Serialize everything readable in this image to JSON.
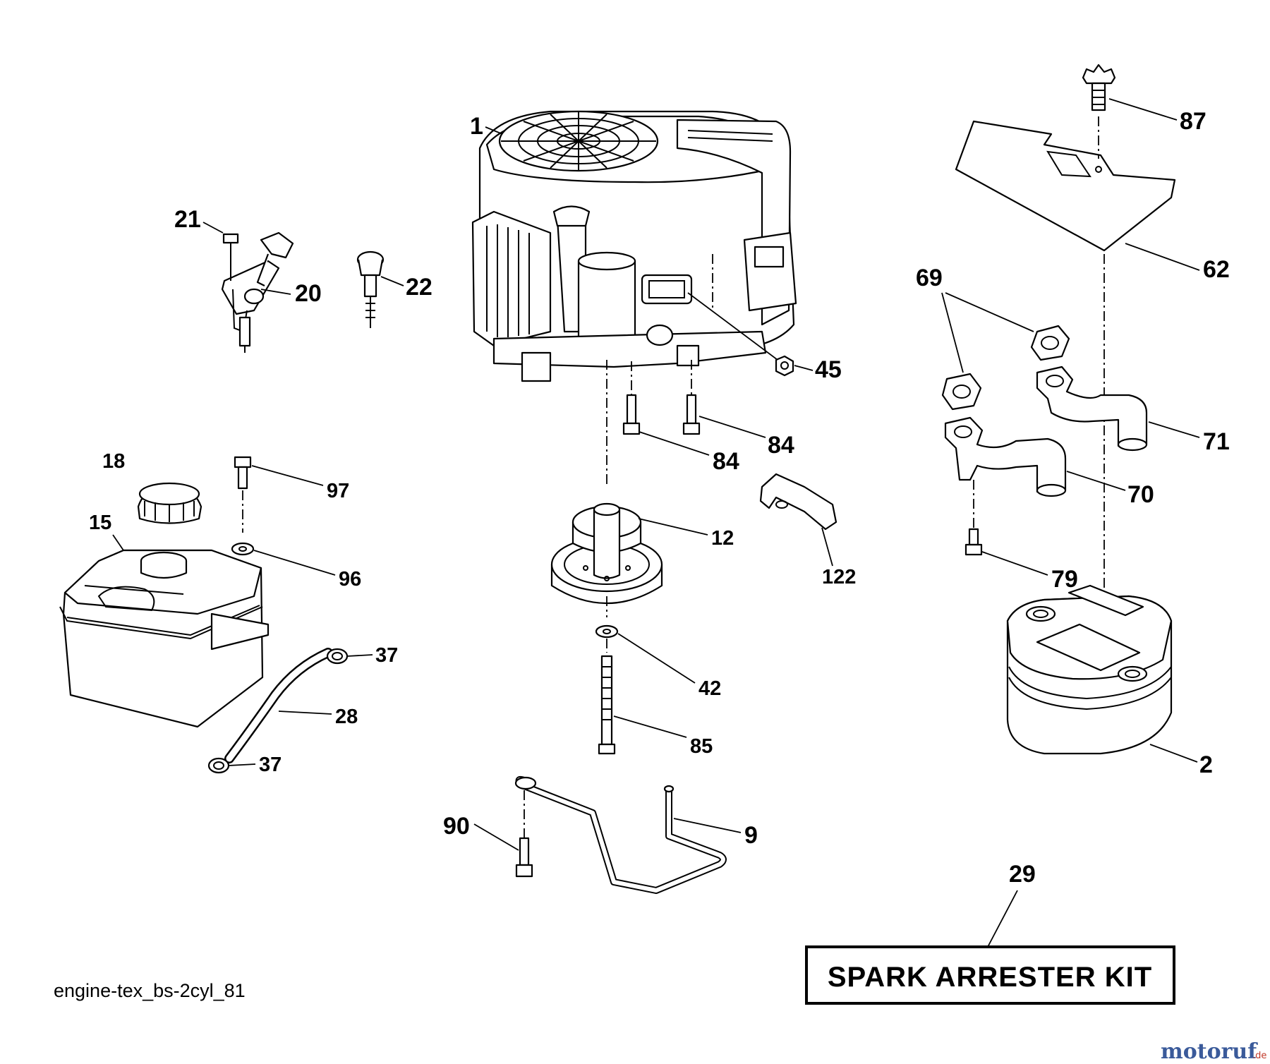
{
  "diagram": {
    "parts": [
      {
        "id": "part-1",
        "label": "1"
      },
      {
        "id": "part-87",
        "label": "87"
      },
      {
        "id": "part-21",
        "label": "21"
      },
      {
        "id": "part-20",
        "label": "20"
      },
      {
        "id": "part-22",
        "label": "22"
      },
      {
        "id": "part-62",
        "label": "62"
      },
      {
        "id": "part-69",
        "label": "69"
      },
      {
        "id": "part-45",
        "label": "45"
      },
      {
        "id": "part-84a",
        "label": "84"
      },
      {
        "id": "part-84b",
        "label": "84"
      },
      {
        "id": "part-71",
        "label": "71"
      },
      {
        "id": "part-70",
        "label": "70"
      },
      {
        "id": "part-18",
        "label": "18"
      },
      {
        "id": "part-97",
        "label": "97"
      },
      {
        "id": "part-15",
        "label": "15"
      },
      {
        "id": "part-12",
        "label": "12"
      },
      {
        "id": "part-96",
        "label": "96"
      },
      {
        "id": "part-122",
        "label": "122"
      },
      {
        "id": "part-79",
        "label": "79"
      },
      {
        "id": "part-37a",
        "label": "37"
      },
      {
        "id": "part-28",
        "label": "28"
      },
      {
        "id": "part-37b",
        "label": "37"
      },
      {
        "id": "part-42",
        "label": "42"
      },
      {
        "id": "part-85",
        "label": "85"
      },
      {
        "id": "part-2",
        "label": "2"
      },
      {
        "id": "part-90",
        "label": "90"
      },
      {
        "id": "part-9",
        "label": "9"
      },
      {
        "id": "part-29",
        "label": "29"
      }
    ],
    "kit_box_text": "SPARK ARRESTER KIT",
    "footer_code": "engine-tex_bs-2cyl_81",
    "watermark": {
      "main": "motoruf",
      "suffix": ".de"
    }
  }
}
